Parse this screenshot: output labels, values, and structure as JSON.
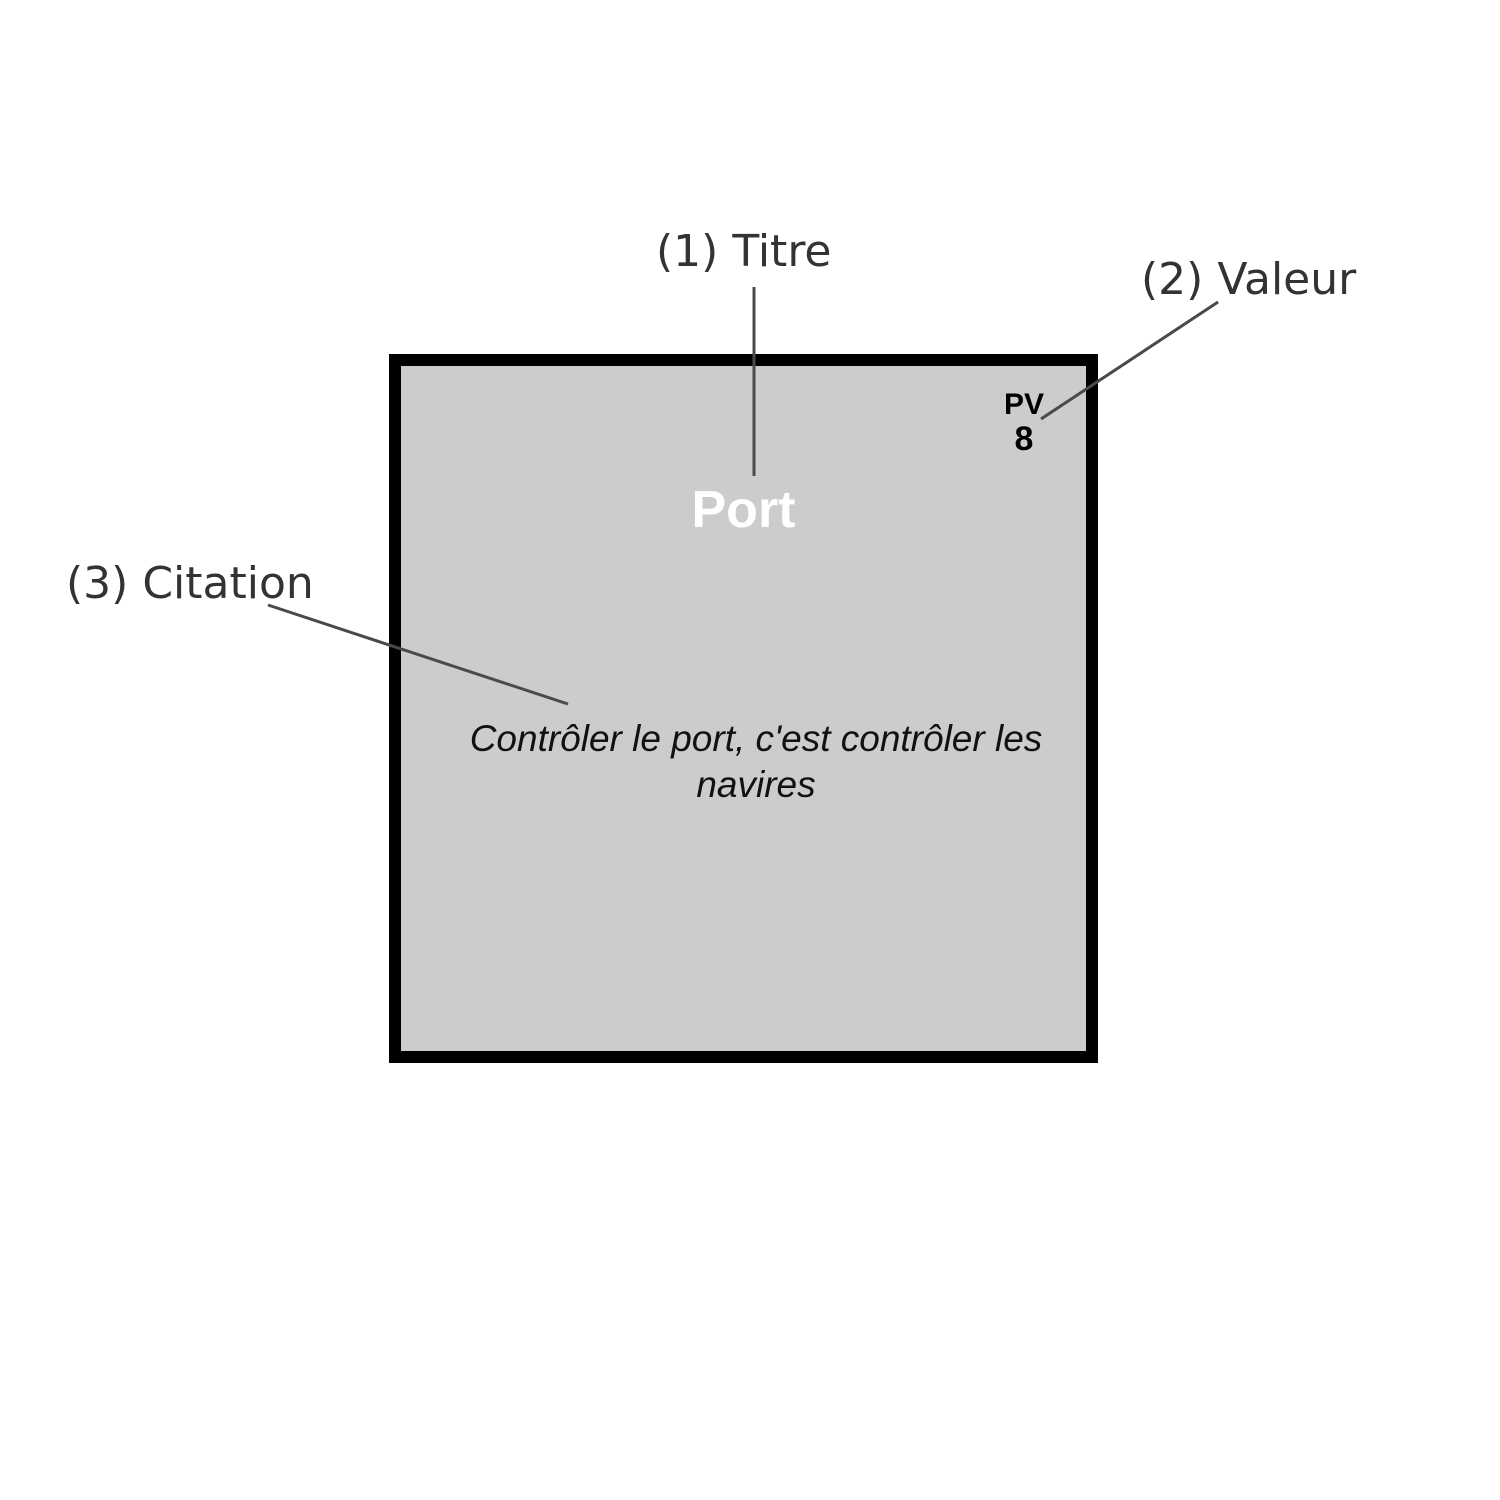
{
  "callouts": {
    "title": "(1) Titre",
    "value": "(2) Valeur",
    "quote": "(3) Citation"
  },
  "card": {
    "title": "Port",
    "stat_label": "PV",
    "stat_value": "8",
    "quote": "Contrôler le port, c'est contrôler les navires"
  },
  "colors": {
    "card_background": "#cccccc",
    "card_border": "#000000",
    "title_text": "#ffffff",
    "callout_text": "#333333",
    "leader_line": "#4a4a4a"
  }
}
